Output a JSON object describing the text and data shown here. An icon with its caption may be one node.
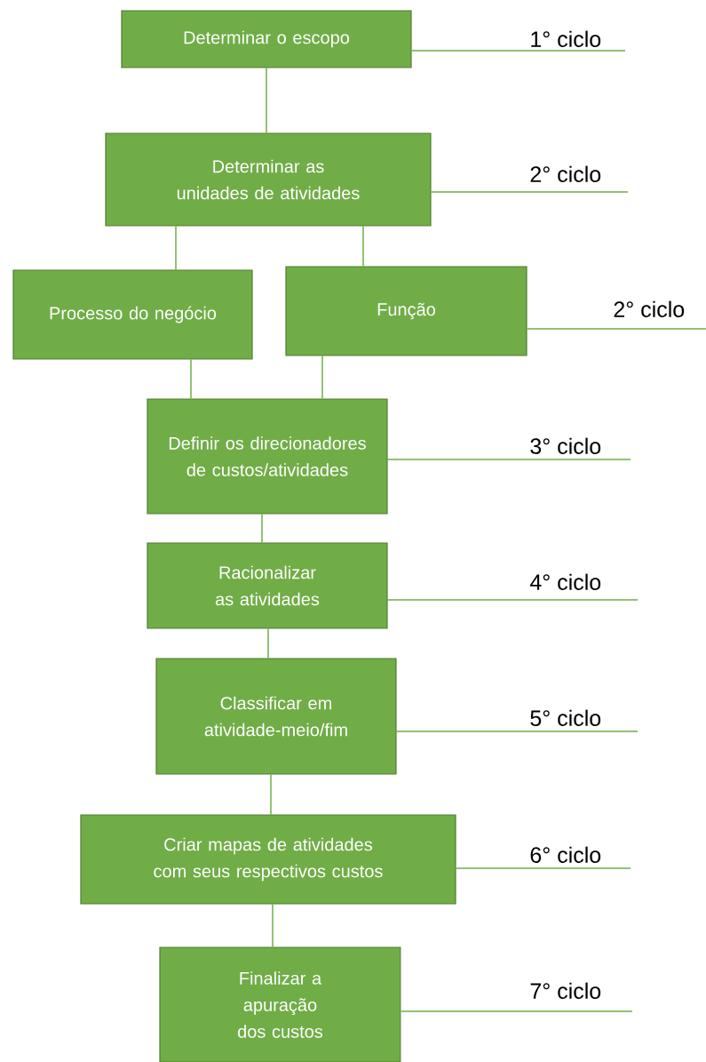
{
  "diagram": {
    "nodes": [
      {
        "text": [
          "Determinar o escopo"
        ]
      },
      {
        "text": [
          "Determinar as unidades de atividades"
        ]
      },
      {
        "text": [
          "Processo do negócio"
        ]
      },
      {
        "text": [
          "Função"
        ]
      },
      {
        "text": [
          "Definir os direcionadores de custos/atividades"
        ]
      },
      {
        "text": [
          "Racionalizar as atividades"
        ]
      },
      {
        "text": [
          "Classificar em atividade-meio/fim"
        ]
      },
      {
        "text": [
          "Criar mapas de atividades com seus respectivos custos"
        ]
      },
      {
        "text": [
          "Finalizar a apuração dos custos"
        ]
      },
      {
        "text": [
          "1° ciclo"
        ]
      },
      {
        "text": [
          "2° ciclo"
        ]
      },
      {
        "text": [
          "2° ciclo"
        ]
      },
      {
        "text": [
          "3° ciclo"
        ]
      },
      {
        "text": [
          "4° ciclo"
        ]
      },
      {
        "text": [
          "5° ciclo"
        ]
      },
      {
        "text": [
          "6° ciclo"
        ]
      },
      {
        "text": [
          "7° ciclo"
        ]
      }
    ],
    "edges": [
      {
        "from": 0,
        "to": 1,
        "arrow": "none"
      },
      {
        "from": 1,
        "to": 2,
        "arrow": "none"
      },
      {
        "from": 1,
        "to": 3,
        "arrow": "none"
      },
      {
        "from": 2,
        "to": 4,
        "arrow": "none"
      },
      {
        "from": 3,
        "to": 4,
        "arrow": "none"
      },
      {
        "from": 4,
        "to": 5,
        "arrow": "none"
      },
      {
        "from": 5,
        "to": 6,
        "arrow": "none"
      },
      {
        "from": 6,
        "to": 7,
        "arrow": "none"
      },
      {
        "from": 7,
        "to": 8,
        "arrow": "none"
      },
      {
        "from": 0,
        "to": 9,
        "arrow": "none"
      },
      {
        "from": 1,
        "to": 10,
        "arrow": "none"
      },
      {
        "from": 3,
        "to": 11,
        "arrow": "none"
      },
      {
        "from": 4,
        "to": 12,
        "arrow": "none"
      },
      {
        "from": 5,
        "to": 13,
        "arrow": "none"
      },
      {
        "from": 6,
        "to": 14,
        "arrow": "none"
      },
      {
        "from": 7,
        "to": 15,
        "arrow": "none"
      },
      {
        "from": 8,
        "to": 16,
        "arrow": "none"
      }
    ]
  }
}
